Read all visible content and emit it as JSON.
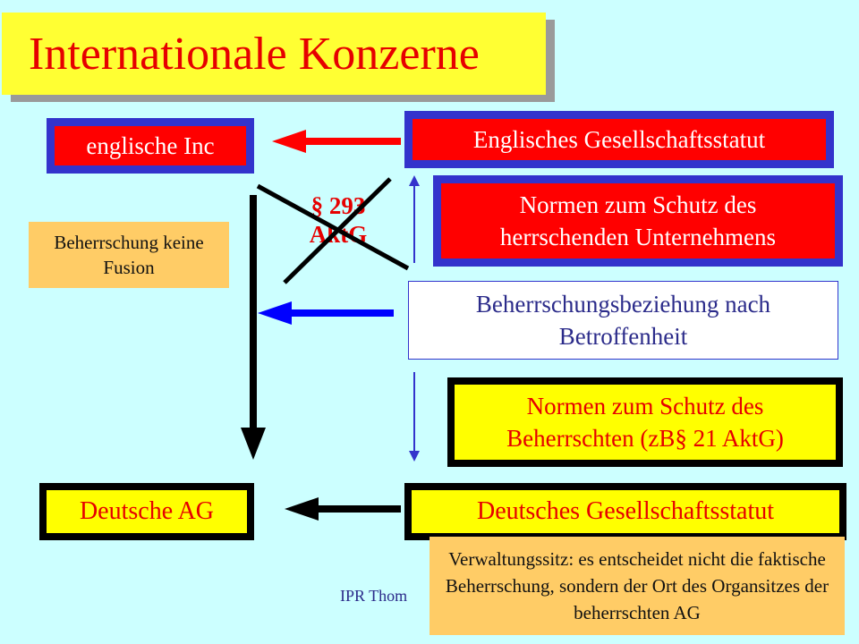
{
  "title": "Internationale Konzerne",
  "boxes": {
    "englische_inc": "englische Inc",
    "englisches_statut": "Englisches Gesellschaftsstatut",
    "normen_herrschend": "Normen zum Schutz des herrschenden Unternehmens",
    "beherrschung_note": "Beherrschung keine Fusion",
    "beherrschungsbeziehung": "Beherrschungsbeziehung nach Betroffenheit",
    "normen_beherrscht": "Normen zum Schutz des Beherrschten (zB§ 21 AktG)",
    "deutsche_ag": "Deutsche AG",
    "deutsches_statut": "Deutsches Gesellschaftsstatut",
    "verwaltungssitz": "Verwaltungssitz: es entscheidet nicht die faktische Beherrschung, sondern der Ort des Organsitzes der beherrschten AG"
  },
  "crossed_label": "§ 293 AktG",
  "footer": "IPR Thom",
  "colors": {
    "background": "#ccffff",
    "title_box": "#ffff33",
    "red": "#ff0000",
    "blue": "#0000ff",
    "yellow": "#ffff00",
    "note": "#ffcc66"
  }
}
